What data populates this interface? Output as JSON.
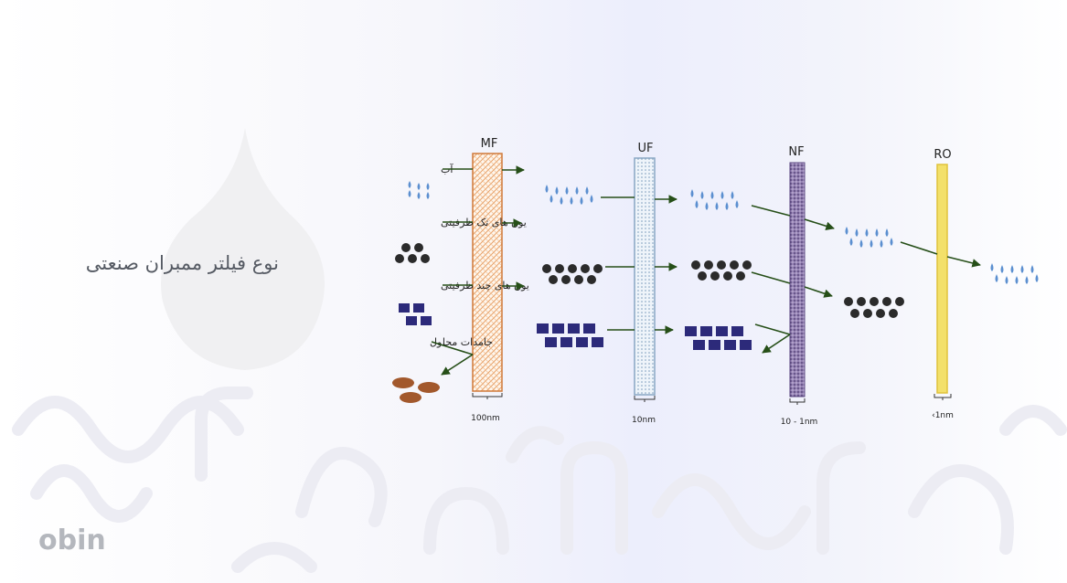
{
  "page_title": "نوع فیلتر ممبران صنعتی",
  "brand": "obin",
  "membranes": [
    {
      "name": "MF",
      "pore": "100nm"
    },
    {
      "name": "UF",
      "pore": "10nm"
    },
    {
      "name": "NF",
      "pore": "10 - 1nm"
    },
    {
      "name": "RO",
      "pore": "‹1nm"
    }
  ],
  "legend": {
    "water": "آب",
    "monovalent": "یون های تک ظرفیتی",
    "multivalent": "یون های چند ظرفیتی",
    "solids": "جامدات محلول"
  },
  "colors": {
    "water": "#5b8fd0",
    "ions": "#2b2b2b",
    "solids": "#2c2a7a",
    "particles": "#a2582c",
    "arrow": "#264f18",
    "mf": "#e08a48",
    "uf": "#a9c7e0",
    "nf": "#6e5a92",
    "ro": "#f2de55"
  }
}
